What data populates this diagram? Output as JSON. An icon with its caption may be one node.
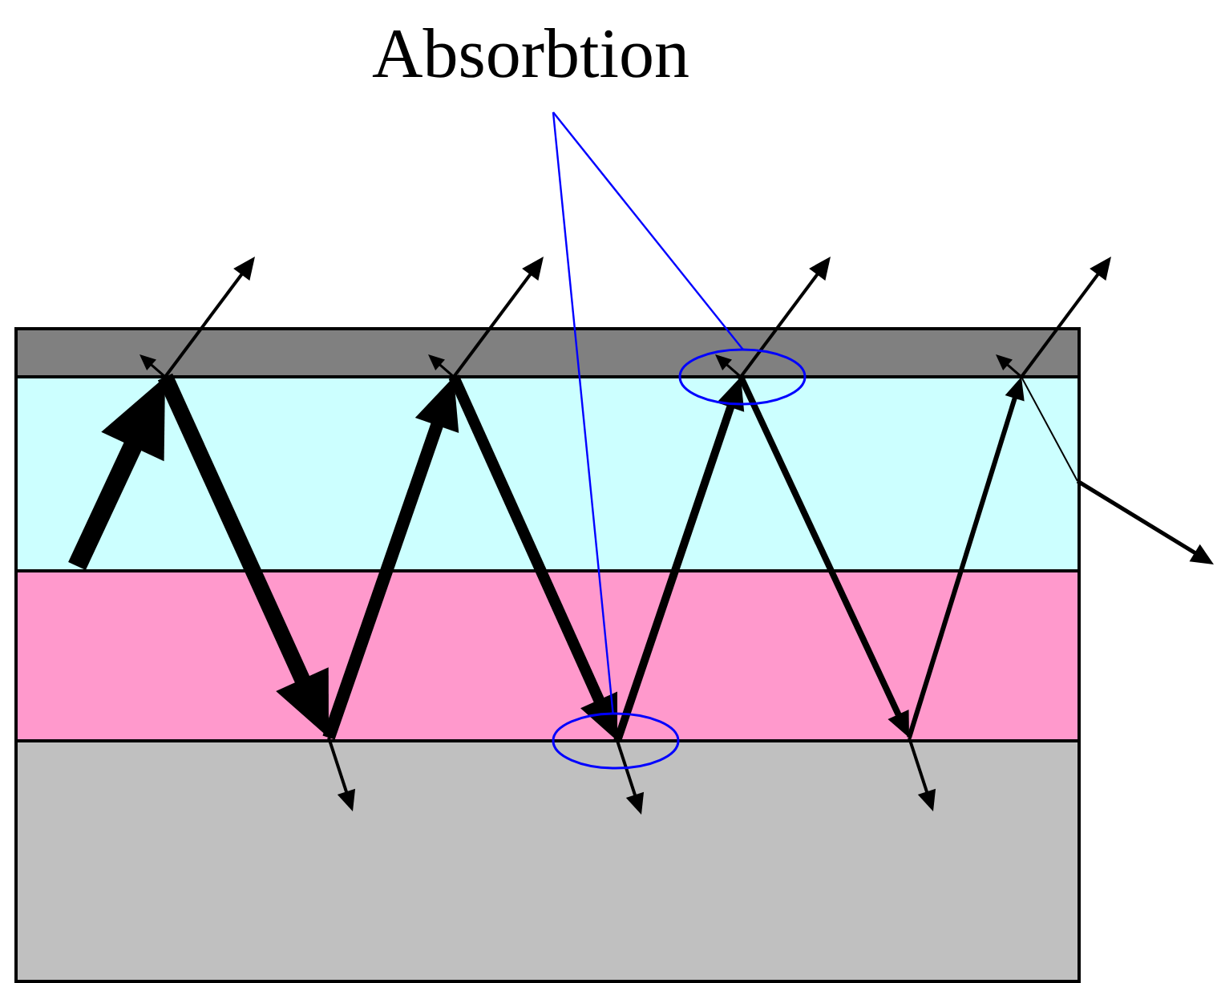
{
  "diagram": {
    "nodes": [
      {
        "text": [
          "Absorbtion"
        ]
      },
      {
        "text": [],
        "shape": "ellipse"
      },
      {
        "text": [],
        "shape": "ellipse"
      }
    ],
    "edges": [
      {
        "from": 0,
        "to": 1,
        "arrow": "none",
        "color": "#0000ff"
      },
      {
        "from": 0,
        "to": 2,
        "arrow": "none",
        "color": "#0000ff"
      }
    ]
  }
}
